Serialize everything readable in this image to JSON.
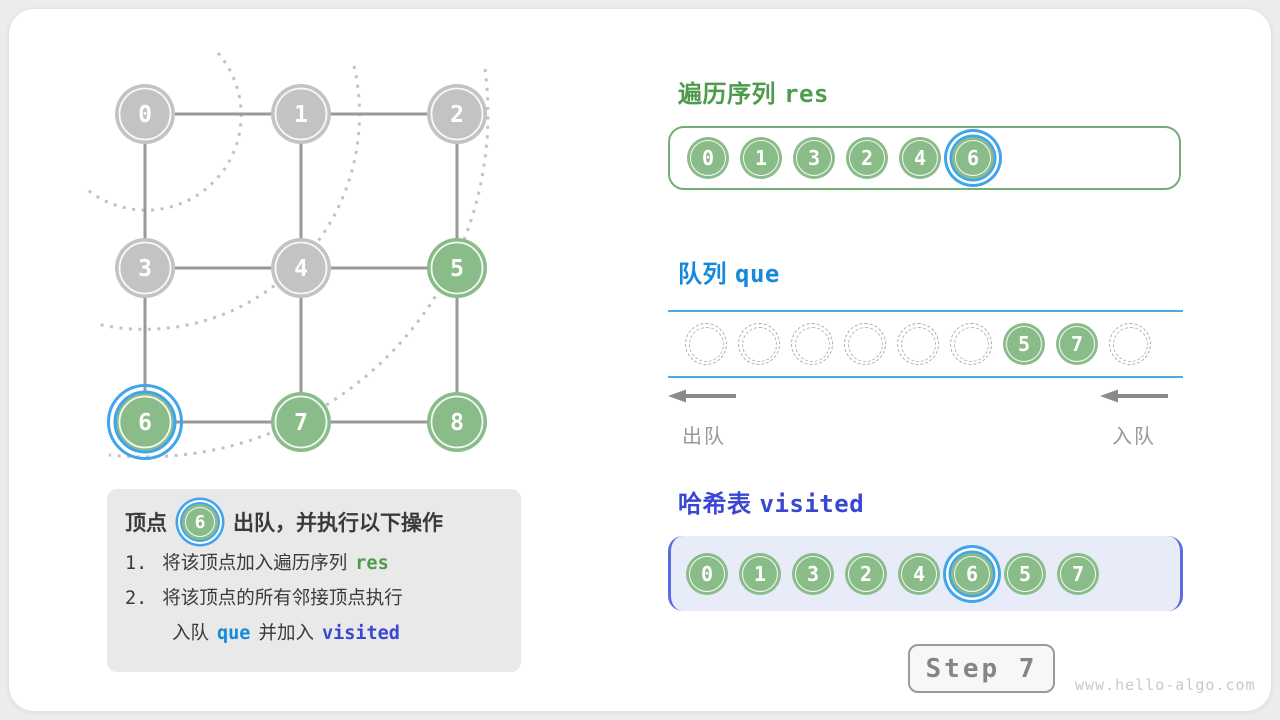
{
  "palette": {
    "node_green": "#8abc8a",
    "node_gray": "#c3c3c3",
    "highlight_blue": "#42a5ea",
    "edge_gray": "#999999",
    "arc_gray": "#c2c2c2",
    "green_text": "#4e9b4e",
    "blue_text": "#1789dc",
    "indigo_text": "#3947d3"
  },
  "graph": {
    "nodes": [
      {
        "value": "0",
        "state": "gray"
      },
      {
        "value": "1",
        "state": "gray"
      },
      {
        "value": "2",
        "state": "gray"
      },
      {
        "value": "3",
        "state": "gray"
      },
      {
        "value": "4",
        "state": "gray"
      },
      {
        "value": "5",
        "state": "green"
      },
      {
        "value": "6",
        "state": "current"
      },
      {
        "value": "7",
        "state": "green"
      },
      {
        "value": "8",
        "state": "green"
      }
    ],
    "edges": [
      [
        0,
        1
      ],
      [
        1,
        2
      ],
      [
        3,
        4
      ],
      [
        4,
        5
      ],
      [
        6,
        7
      ],
      [
        7,
        8
      ],
      [
        0,
        3
      ],
      [
        1,
        4
      ],
      [
        2,
        5
      ],
      [
        3,
        6
      ],
      [
        4,
        7
      ],
      [
        5,
        8
      ]
    ]
  },
  "sections": {
    "res": {
      "title_zh": "遍历序列",
      "title_code": "res",
      "items": [
        {
          "value": "0"
        },
        {
          "value": "1"
        },
        {
          "value": "3"
        },
        {
          "value": "2"
        },
        {
          "value": "4"
        },
        {
          "value": "6",
          "current": true
        }
      ]
    },
    "que": {
      "title_zh": "队列",
      "title_code": "que",
      "slots": [
        "",
        "",
        "",
        "",
        "",
        "",
        "5",
        "7",
        ""
      ],
      "dequeue_label": "出队",
      "enqueue_label": "入队"
    },
    "visited": {
      "title_zh": "哈希表",
      "title_code": "visited",
      "items": [
        {
          "value": "0"
        },
        {
          "value": "1"
        },
        {
          "value": "3"
        },
        {
          "value": "2"
        },
        {
          "value": "4"
        },
        {
          "value": "6",
          "current": true
        },
        {
          "value": "5"
        },
        {
          "value": "7"
        }
      ]
    }
  },
  "info_box": {
    "prefix": "顶点",
    "vertex": "6",
    "suffix": "出队，并执行以下操作",
    "step1_num": "1.",
    "step1_text": "将该顶点加入遍历序列",
    "step1_code": "res",
    "step2_num": "2.",
    "step2_text": "将该顶点的所有邻接顶点执行",
    "step2b_pre": "入队",
    "step2b_code1": "que",
    "step2b_mid": "并加入",
    "step2b_code2": "visited"
  },
  "step_badge": "Step 7",
  "watermark": "www.hello-algo.com"
}
